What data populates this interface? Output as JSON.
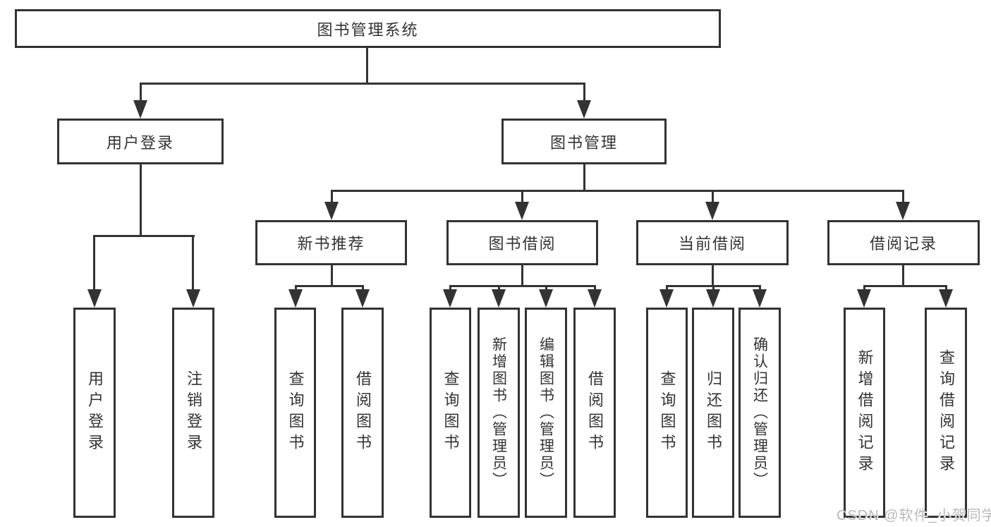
{
  "root": {
    "label": "图书管理系统"
  },
  "level2": {
    "user_login": {
      "label": "用户登录"
    },
    "book_mgmt": {
      "label": "图书管理"
    }
  },
  "level3": {
    "new_books": {
      "label": "新书推荐"
    },
    "book_borrow": {
      "label": "图书借阅"
    },
    "current_borrow": {
      "label": "当前借阅"
    },
    "borrow_records": {
      "label": "借阅记录"
    }
  },
  "leaves": {
    "user_login_leaf": "用户登录",
    "logout": "注销登录",
    "nb_query_books": "查询图书",
    "nb_borrow_books": "借阅图书",
    "bb_query_books": "查询图书",
    "bb_add_books": "新增图书（管理员）",
    "bb_edit_books": "编辑图书（管理员）",
    "bb_borrow_books": "借阅图书",
    "cb_query_books": "查询图书",
    "cb_return_books": "归还图书",
    "cb_confirm_return": "确认归还（管理员）",
    "br_add_record": "新增借阅记录",
    "br_query_record": "查询借阅记录"
  },
  "watermark": "CSDN @软件_小贺同学",
  "colors": {
    "line": "#333333",
    "text": "#333333",
    "background": "#ffffff",
    "watermark": "#b9b9b9"
  }
}
